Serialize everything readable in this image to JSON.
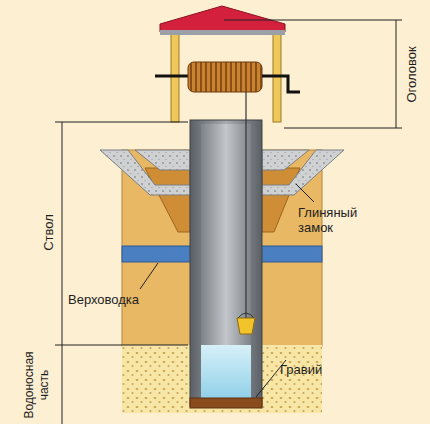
{
  "diagram": {
    "labels": [
      "Оголовок",
      "Глиняный замок",
      "Ствол",
      "Верховодка",
      "Гравий",
      "Водоносная часть"
    ]
  }
}
